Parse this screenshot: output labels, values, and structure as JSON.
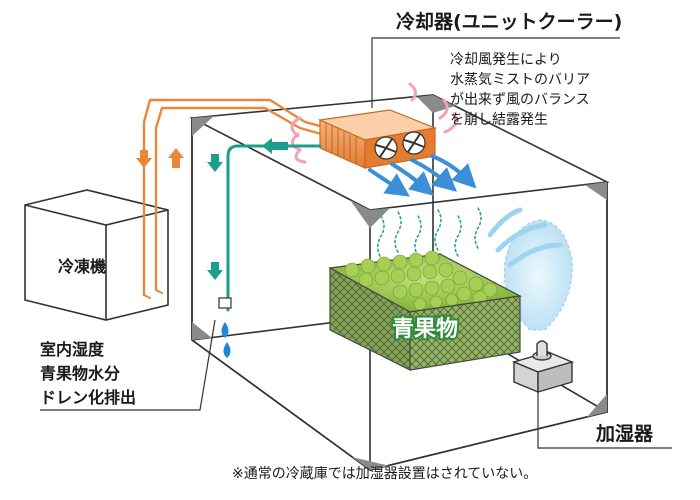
{
  "labels": {
    "cooler_title": "冷却器(ユニットクーラー)",
    "cooler_note": [
      "冷却風発生により",
      "水蒸気ミストのバリア",
      "が出来ず風のバランス",
      "を崩し結露発生"
    ],
    "freezer": "冷凍機",
    "produce": "青果物",
    "drain_note": [
      "室内湿度",
      "青果物水分",
      "ドレン化排出"
    ],
    "humidifier": "加湿器",
    "footnote": "※通常の冷蔵庫では加湿器設置はされていない。"
  },
  "icons": [
    "cooler-unit-icon",
    "fan-icon",
    "freezer-box-icon",
    "produce-crate-icon",
    "humidifier-icon",
    "water-drop-icon",
    "steam-icon",
    "air-flow-arrow-icon",
    "refrigerant-pipe-icon",
    "drain-pipe-icon"
  ],
  "colors": {
    "refrigerant_pipe": "#e8883a",
    "drain_pipe": "#1e9e8a",
    "air_flow": "#3a8fd6",
    "mist": "#a7d8f0",
    "produce": "#8bc34a",
    "steam": "#2aa198",
    "warm_air": "#f3a3b0",
    "room_line": "#333333",
    "corner": "#8a8a8a"
  }
}
